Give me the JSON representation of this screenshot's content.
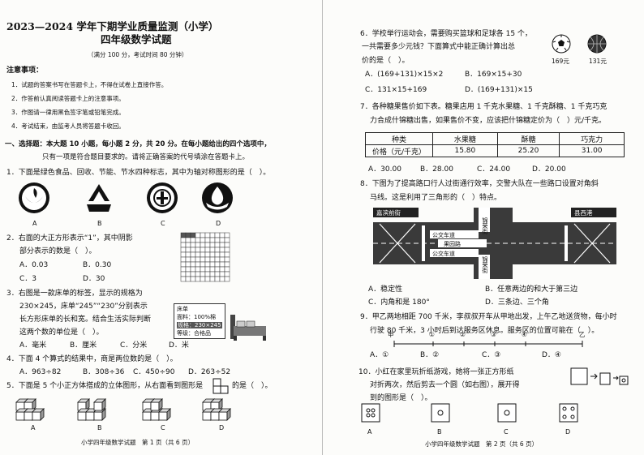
{
  "left": {
    "title": "2023—2024 学年下期学业质量监测（小学）",
    "subtitle": "四年级数学试题",
    "exam_info": "（满分 100 分，考试时间 80 分钟）",
    "notice_title": "注意事项：",
    "notices": [
      "1．试题的答案书写在答题卡上，不得在试卷上直接作答。",
      "2．作答前认真阅读答题卡上的注意事项。",
      "3．作图请一律用黑色签字笔或铅笔完成。",
      "4．考试结束，由监考人员将答题卡收回。"
    ],
    "section_line1": "一、选择题：本大题 10 小题，每小题 2 分，共 20 分。在每小题给出的四个选项中，",
    "section_line2": "只有一项是符合题目要求的。请将正确答案的代号填涂在答题卡上。",
    "q1": "1．下面是绿色食品、回收、节能、节水四种标志，其中为轴对称图形的是（　）。",
    "q1_labels": [
      "A",
      "B",
      "C",
      "D"
    ],
    "q2_line1": "2．右面的大正方形表示“1”，其中阴影",
    "q2_line2": "部分表示的数是（　）。",
    "q2_opts": [
      "A．0.03",
      "B．0.30",
      "C．3",
      "D．30"
    ],
    "q3_lines": [
      "3．右图是一款床单的标签，显示的规格为",
      "230×245，床单“245”“230”分别表示",
      "长方形床单的长和宽。结合生活实际判断",
      "这两个数的单位是（　）。"
    ],
    "q3_opts": [
      "A．毫米",
      "B．厘米",
      "C．分米",
      "D．米"
    ],
    "q3_card": [
      "床单",
      "面料：100%棉",
      "规格：230×245",
      "等级：合格品"
    ],
    "q4": "4．下面 4 个算式的结果中，商是两位数的是（　）。",
    "q4_opts": [
      "A．963÷82",
      "B．308÷36",
      "C．450÷90",
      "D．263÷52"
    ],
    "q5": "5．下面是 5 个小正方体搭成的立体图形，从右面看到图形是",
    "q5_tail": "的是（　）。",
    "q5_labels": [
      "A",
      "B",
      "C",
      "D"
    ],
    "footer": "小学四年级数学试题　第 1 页（共 6 页）"
  },
  "right": {
    "q6_line1": "6．学校举行运动会，需要购买篮球和足球各 15 个，",
    "q6_line2": "一共需要多少元钱？下面算式中能正确计算出总",
    "q6_line3": "价的是（　）。",
    "q6_prices": [
      "169元",
      "131元"
    ],
    "q6_opts": [
      "A．(169+131)×15×2",
      "B．169×15+30",
      "C．131×15+169",
      "D．(169+131)×15"
    ],
    "q7_line1": "7．各种糖果售价如下表。糖果店用 1 千克水果糖、1 千克酥糖、1 千克巧克",
    "q7_line2": "力合成什锦糖出售，如果售价不变，应该把什锦糖定价为（　）元/千克。",
    "q7_table_header": [
      "种类",
      "水果糖",
      "酥糖",
      "巧克力"
    ],
    "q7_table_row": [
      "价格（元/千克）",
      "15.80",
      "25.20",
      "31.00"
    ],
    "q7_opts": [
      "A．30.00",
      "B．28.00",
      "C．24.00",
      "D．20.00"
    ],
    "q8_line1": "8．下图为了提高路口行人过街通行效率，交警大队在一些路口设置对角斜",
    "q8_line2": "马线。这是利用了三角形的（　）特点。",
    "q8_map": [
      "嘉滨前街",
      "县西港",
      "锦荣街",
      "公交车道",
      "果园路",
      "公交车道",
      "锦荣街"
    ],
    "q8_opts": [
      "A．稳定性",
      "B．任意两边的和大于第三边",
      "C．内角和是 180°",
      "D．三条边、三个角"
    ],
    "q9_line1": "9．甲乙两地相距 700 千米，李叔叔开车从甲地出发，上午乙地送货物，每小时",
    "q9_line2": "行驶 80 千米，3 小时后到达服务区休息。服务区的位置可能在（　）。",
    "q9_axis": [
      "甲",
      "①",
      "②",
      "③",
      "④",
      "乙"
    ],
    "q9_opts": [
      "A．①",
      "B．②",
      "C．③",
      "D．④"
    ],
    "q10_lines": [
      "10．小红在家里玩折纸游戏，她将一张正方形纸",
      "对折两次，然后剪去一个圆（如右图），展开得",
      "到的图形是（　）。"
    ],
    "q10_labels": [
      "A",
      "B",
      "C",
      "D"
    ],
    "footer": "小学四年级数学试题　第 2 页（共 6 页）"
  }
}
